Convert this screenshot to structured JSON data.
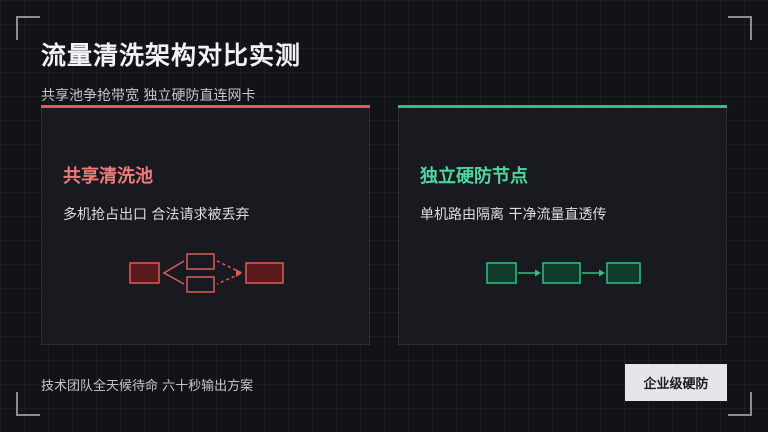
{
  "header": {
    "title": "流量清洗架构对比实测",
    "subtitle": "共享池争抢带宽 独立硬防直连网卡"
  },
  "cards": {
    "shared": {
      "title": "共享清洗池",
      "description": "多机抢占出口 合法请求被丢弃",
      "accent": "#e05a5a"
    },
    "dedicated": {
      "title": "独立硬防节点",
      "description": "单机路由隔离 干净流量直透传",
      "accent": "#2fbf86"
    }
  },
  "footer": {
    "text": "技术团队全天候待命 六十秒输出方案",
    "cta_label": "企业级硬防"
  }
}
